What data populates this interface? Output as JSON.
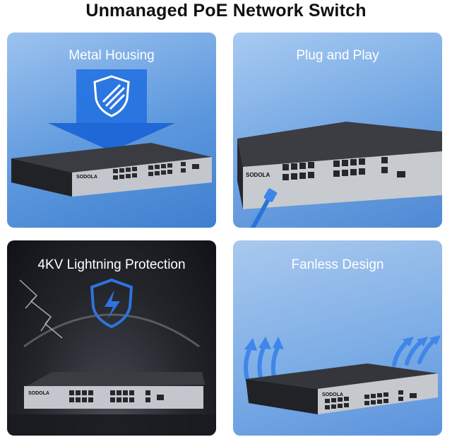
{
  "page": {
    "title": "Unmanaged PoE Network Switch"
  },
  "panels": [
    {
      "title": "Metal Housing",
      "icon": "shield-icon"
    },
    {
      "title": "Plug and Play",
      "icon": "ethernet-cable-icon"
    },
    {
      "title": "4KV Lightning Protection",
      "icon": "lightning-shield-icon"
    },
    {
      "title": "Fanless Design",
      "icon": "airflow-arrows-icon"
    }
  ],
  "device": {
    "brand": "SODOLA"
  },
  "colors": {
    "accent": "#2f6fd6",
    "background": "#ffffff",
    "switch_body": "#2b2d31",
    "front_panel": "#c9ccd1"
  }
}
